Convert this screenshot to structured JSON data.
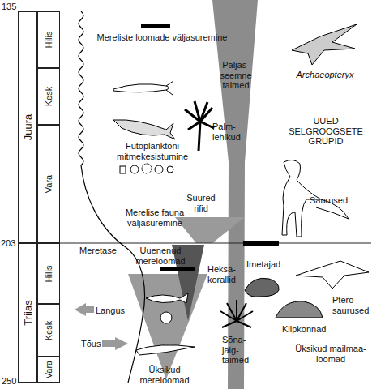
{
  "diagram": {
    "nodes": [
      {
        "text": [
          "Juura"
        ]
      },
      {
        "text": [
          "Hilis"
        ]
      },
      {
        "text": [
          "Kesk"
        ]
      },
      {
        "text": [
          "Vara"
        ]
      },
      {
        "text": [
          "Triias"
        ]
      },
      {
        "text": [
          "Hilis"
        ]
      },
      {
        "text": [
          "Kesk"
        ]
      },
      {
        "text": [
          "Vara"
        ]
      }
    ],
    "labels": [
      "135",
      "203",
      "250",
      "Mereliste loomade väljasuremine",
      "Paljas- seemne taimed",
      "Archaeopteryx",
      "Palm- lehikud",
      "UUED SELGROOGSETE GRUPID",
      "Fütoplanktoni mitmekesistumine",
      "Suured rifid",
      "Merelise fauna väljasuremine",
      "Saurused",
      "Meretase",
      "Uuenenud mereloomad",
      "Heksa- korallid",
      "Imetajad",
      "Ptero- saurused",
      "Langus",
      "Tõus",
      "Kilpkonnad",
      "Sõna- jalg- taimed",
      "Üksikud mailmaa- loomad",
      "Üksikud mereloomad"
    ]
  }
}
